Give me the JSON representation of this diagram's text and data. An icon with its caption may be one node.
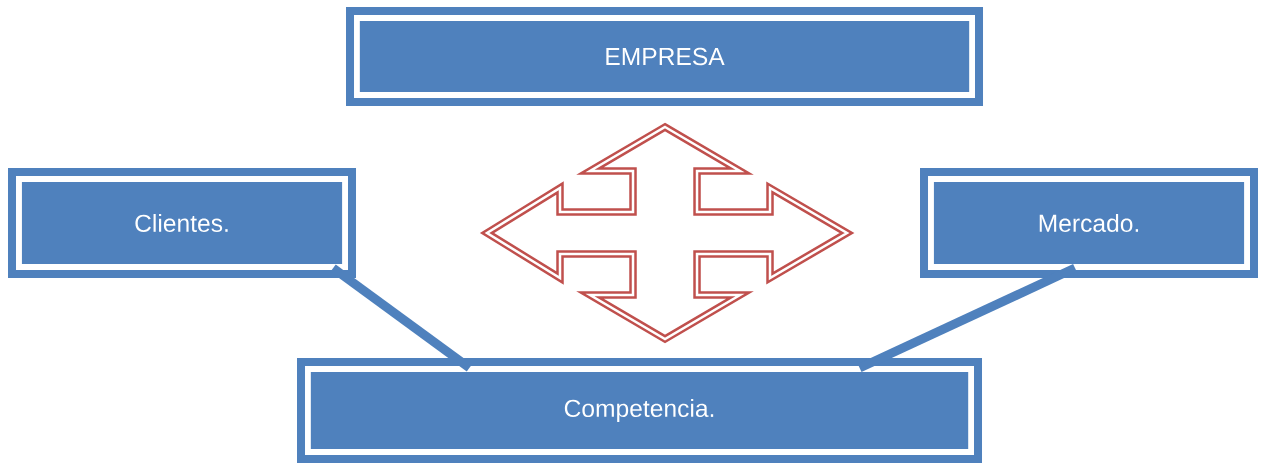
{
  "diagram": {
    "nodes": [
      {
        "text": [
          "EMPRESA"
        ]
      },
      {
        "text": [
          "Clientes."
        ]
      },
      {
        "text": [
          "Mercado."
        ]
      },
      {
        "text": [
          "Competencia."
        ]
      }
    ],
    "edges": [
      {
        "from": 1,
        "to": 3,
        "arrow": "none"
      },
      {
        "from": 2,
        "to": 3,
        "arrow": "none"
      }
    ]
  }
}
